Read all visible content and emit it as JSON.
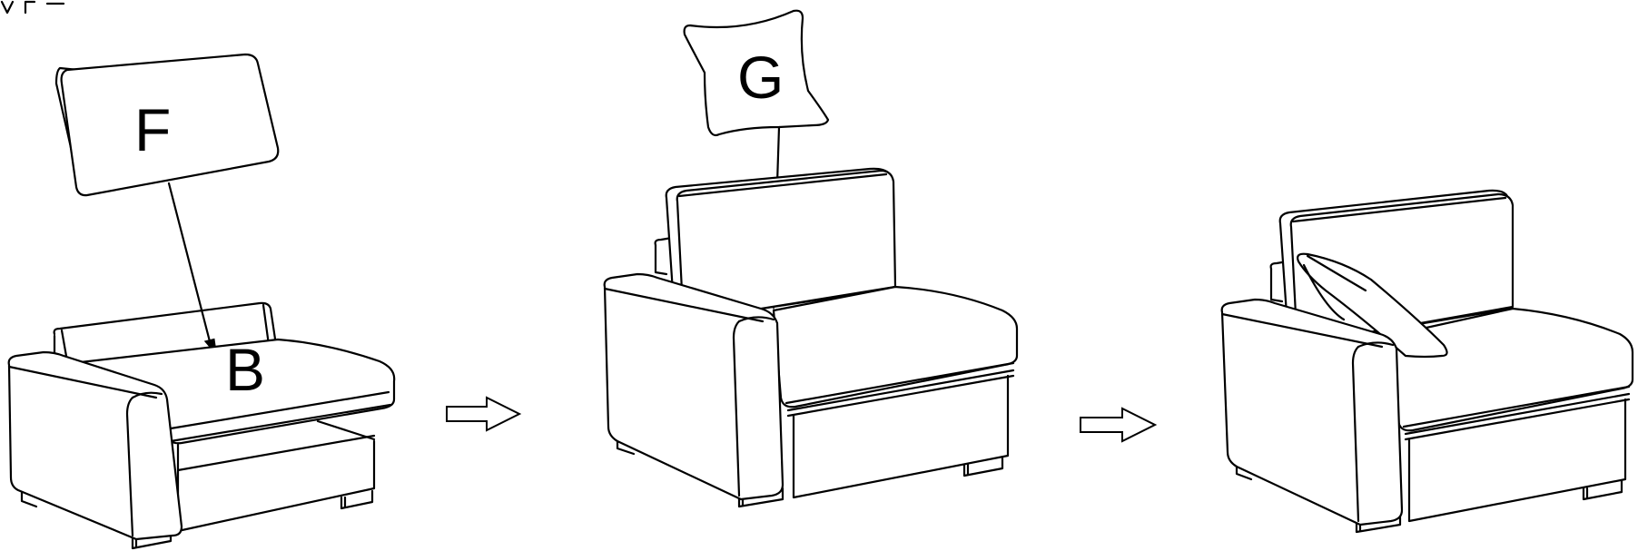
{
  "labels": {
    "cushion_f": "F",
    "seat_b": "B",
    "pillow_g": "G"
  },
  "steps": [
    {
      "name": "step-1",
      "description_visible": false
    },
    {
      "name": "step-2",
      "description_visible": false
    },
    {
      "name": "step-3",
      "description_visible": false
    }
  ],
  "colors": {
    "stroke": "#000000",
    "background": "#ffffff"
  }
}
